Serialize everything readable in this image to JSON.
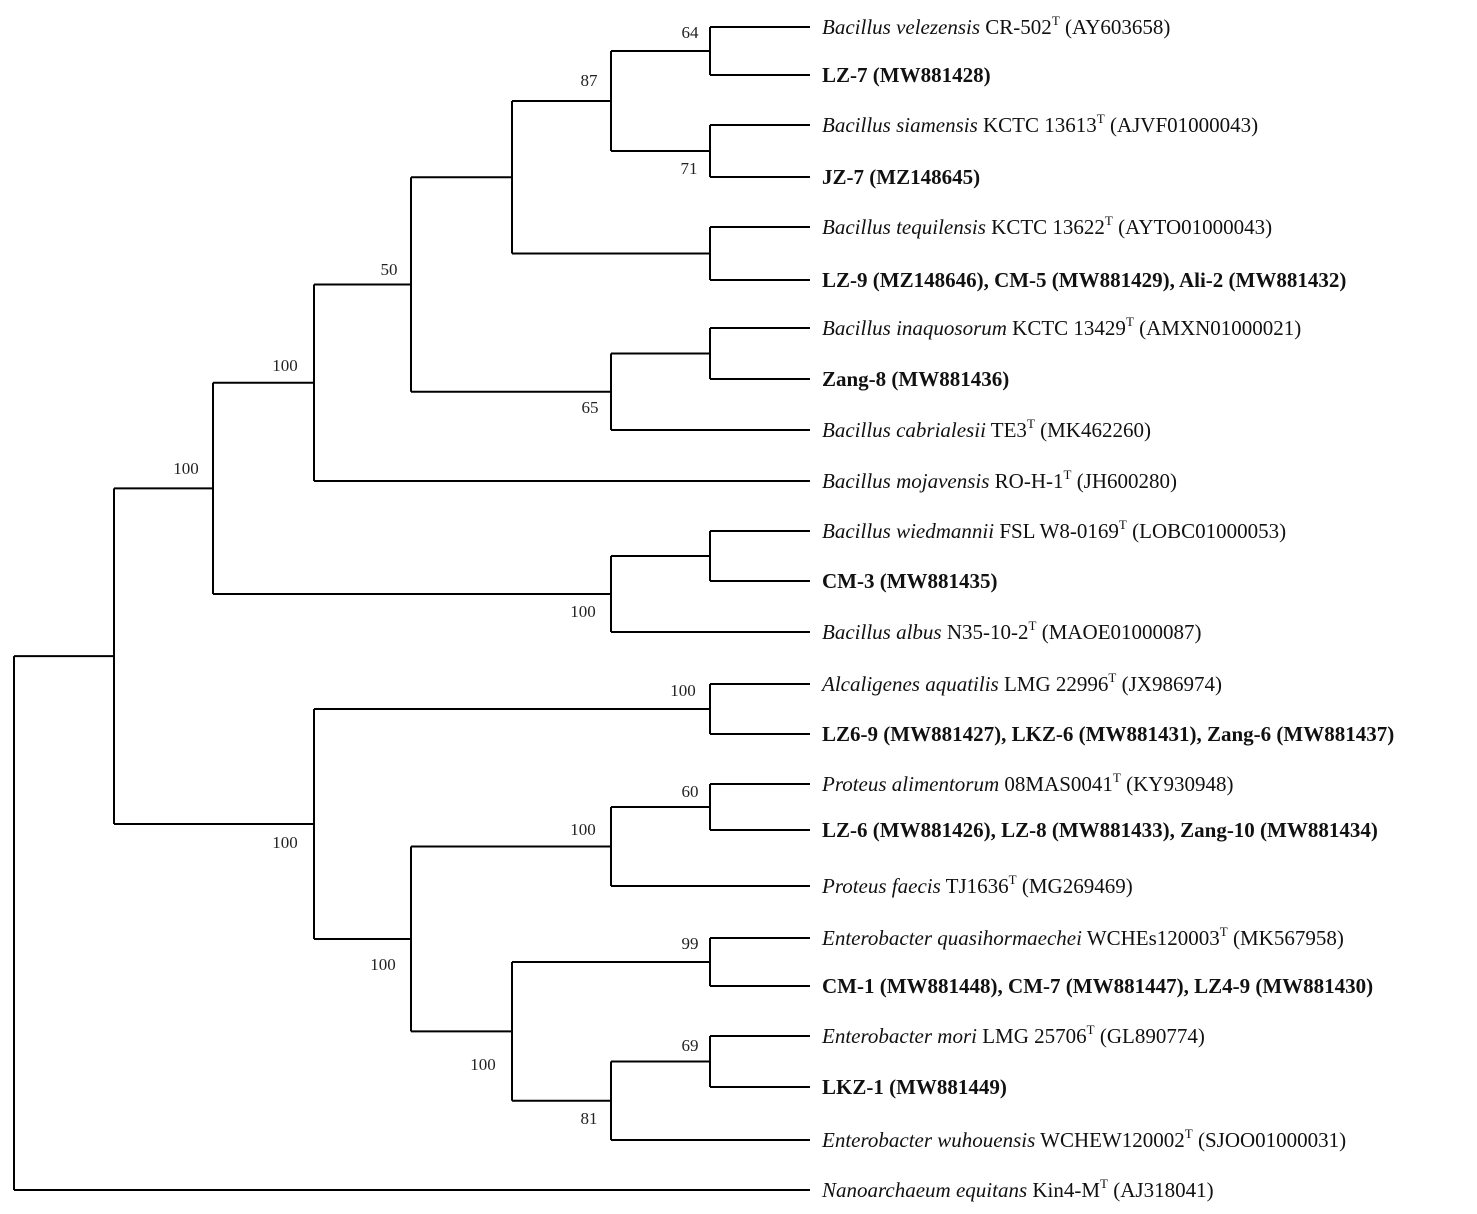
{
  "taxa": [
    {
      "id": "t1",
      "genus_species": "Bacillus velezensis",
      "strain": "CR-502",
      "type_strain": true,
      "accession": "(AY603658)",
      "bold": false
    },
    {
      "id": "t2",
      "label": "LZ-7 (MW881428)",
      "bold": true
    },
    {
      "id": "t3",
      "genus_species": "Bacillus siamensis",
      "strain": "KCTC 13613",
      "type_strain": true,
      "accession": "(AJVF01000043)",
      "bold": false
    },
    {
      "id": "t4",
      "label": "JZ-7 (MZ148645)",
      "bold": true
    },
    {
      "id": "t5",
      "genus_species": "Bacillus tequilensis",
      "strain": "KCTC 13622",
      "type_strain": true,
      "accession": "(AYTO01000043)",
      "bold": false
    },
    {
      "id": "t6",
      "label": "LZ-9 (MZ148646), CM-5 (MW881429), Ali-2 (MW881432)",
      "bold": true
    },
    {
      "id": "t7",
      "genus_species": "Bacillus inaquosorum",
      "strain": "KCTC 13429",
      "type_strain": true,
      "accession": "(AMXN01000021)",
      "bold": false
    },
    {
      "id": "t8",
      "label": "Zang-8 (MW881436)",
      "bold": true
    },
    {
      "id": "t9",
      "genus_species": "Bacillus cabrialesii",
      "strain": "TE3",
      "type_strain": true,
      "accession": "(MK462260)",
      "bold": false
    },
    {
      "id": "t10",
      "genus_species": "Bacillus mojavensis",
      "strain": "RO-H-1",
      "type_strain": true,
      "accession": "(JH600280)",
      "bold": false
    },
    {
      "id": "t11",
      "genus_species": "Bacillus wiedmannii",
      "strain": "FSL W8-0169",
      "type_strain": true,
      "accession": "(LOBC01000053)",
      "bold": false
    },
    {
      "id": "t12",
      "label": "CM-3 (MW881435)",
      "bold": true
    },
    {
      "id": "t13",
      "genus_species": "Bacillus albus",
      "strain": "N35-10-2",
      "type_strain": true,
      "accession": "(MAOE01000087)",
      "bold": false
    },
    {
      "id": "t14",
      "genus_species": "Alcaligenes aquatilis",
      "strain": "LMG 22996",
      "type_strain": true,
      "accession": "(JX986974)",
      "bold": false
    },
    {
      "id": "t15",
      "label": "LZ6-9 (MW881427), LKZ-6 (MW881431), Zang-6 (MW881437)",
      "bold": true
    },
    {
      "id": "t16",
      "genus_species": "Proteus alimentorum",
      "strain": "08MAS0041",
      "type_strain": true,
      "accession": "(KY930948)",
      "bold": false
    },
    {
      "id": "t17",
      "label": "LZ-6 (MW881426), LZ-8 (MW881433), Zang-10 (MW881434)",
      "bold": true
    },
    {
      "id": "t18",
      "genus_species": "Proteus faecis",
      "strain": "TJ1636",
      "type_strain": true,
      "accession": "(MG269469)",
      "bold": false
    },
    {
      "id": "t19",
      "genus_species": "Enterobacter quasihormaechei",
      "strain": "WCHEs120003",
      "type_strain": true,
      "accession": "(MK567958)",
      "bold": false
    },
    {
      "id": "t20",
      "label": "CM-1 (MW881448), CM-7 (MW881447), LZ4-9 (MW881430)",
      "bold": true
    },
    {
      "id": "t21",
      "genus_species": "Enterobacter mori",
      "strain": "LMG 25706",
      "type_strain": true,
      "accession": "(GL890774)",
      "bold": false
    },
    {
      "id": "t22",
      "label": "LKZ-1 (MW881449)",
      "bold": true
    },
    {
      "id": "t23",
      "genus_species": "Enterobacter wuhouensis",
      "strain": "WCHEW120002",
      "type_strain": true,
      "accession": "(SJOO01000031)",
      "bold": false
    },
    {
      "id": "t24",
      "genus_species": "Nanoarchaeum equitans",
      "strain": "Kin4-M",
      "type_strain": true,
      "accession": "(AJ318041)",
      "bold": false
    }
  ],
  "type_marker": "T",
  "bootstrap": {
    "b64": "64",
    "b87": "87",
    "b71": "71",
    "b50": "50",
    "b65": "65",
    "b100a": "100",
    "b100b": "100",
    "b100c": "100",
    "b100d": "100",
    "b100e": "100",
    "b60": "60",
    "b100f": "100",
    "b100g": "100",
    "b99": "99",
    "b100h": "100",
    "b69": "69",
    "b81": "81"
  },
  "colors": {
    "line": "#000000",
    "text": "#111111"
  }
}
